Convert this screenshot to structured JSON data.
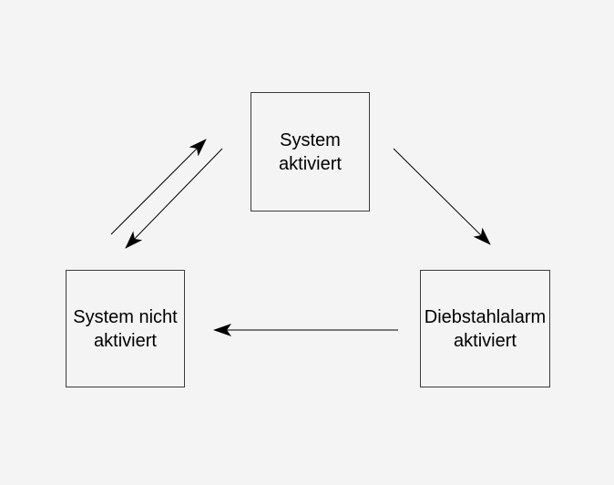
{
  "diagram": {
    "type": "state-diagram",
    "background_color": "#f4f4f5",
    "line_color": "#3b3b3b",
    "text_color": "#000000",
    "nodes": [
      {
        "id": "system-aktiviert",
        "line1": "System",
        "line2": "aktiviert"
      },
      {
        "id": "system-nicht-aktiviert",
        "line1": "System nicht",
        "line2": "aktiviert"
      },
      {
        "id": "diebstahlalarm-aktiviert",
        "line1": "Diebstahlalarm",
        "line2": "aktiviert"
      }
    ],
    "edges": [
      {
        "from": "System nicht aktiviert",
        "to": "System aktiviert",
        "direction": "up-right"
      },
      {
        "from": "System aktiviert",
        "to": "System nicht aktiviert",
        "direction": "down-left"
      },
      {
        "from": "System aktiviert",
        "to": "Diebstahlalarm aktiviert",
        "direction": "down-right"
      },
      {
        "from": "Diebstahlalarm aktiviert",
        "to": "System nicht aktiviert",
        "direction": "left"
      }
    ]
  }
}
